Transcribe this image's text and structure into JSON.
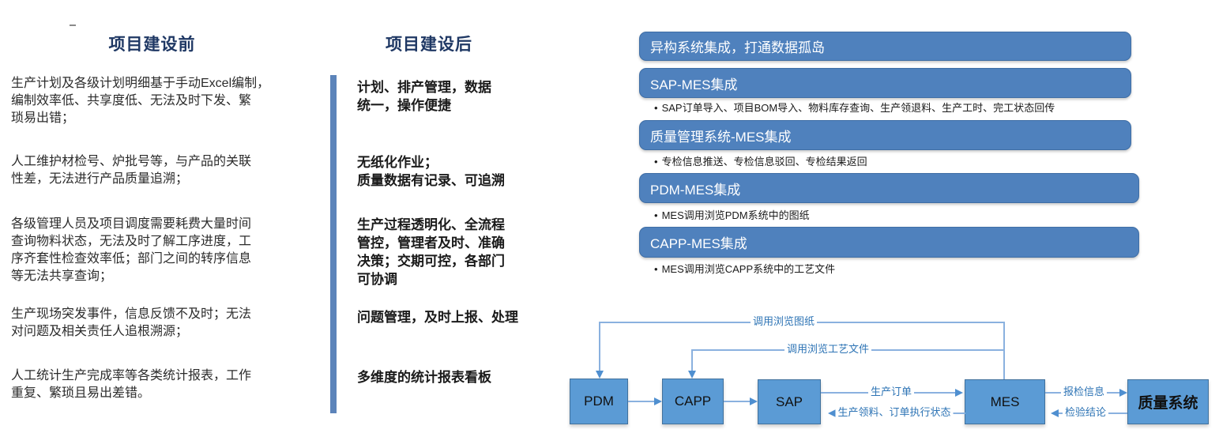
{
  "colors": {
    "bar_blue": "#4F81BD",
    "diagram_box_fill": "#5B9BD5",
    "diagram_box_border": "#41719C",
    "connector_line": "#8AB1DF",
    "flow_label_blue": "#2E74B5",
    "heading_navy": "#1F3864",
    "divider_blue": "#5C84BA",
    "body_text": "#2b2b2b"
  },
  "before": {
    "title": "项目建设前",
    "paragraphs": [
      "生产计划及各级计划明细基于手动Excel编制，\n编制效率低、共享度低、无法及时下发、繁\n琐易出错；",
      "人工维护材检号、炉批号等，与产品的关联\n性差，无法进行产品质量追溯；",
      "各级管理人员及项目调度需要耗费大量时间\n查询物料状态，无法及时了解工序进度，工\n序齐套性检查效率低；部门之间的转序信息\n等无法共享查询；",
      "生产现场突发事件，信息反馈不及时；无法\n对问题及相关责任人追根溯源；",
      "人工统计生产完成率等各类统计报表，工作\n重复、繁琐且易出差错。"
    ]
  },
  "after": {
    "title": "项目建设后",
    "items": [
      "计划、排产管理，数据\n统一，操作便捷",
      "无纸化作业；\n质量数据有记录、可追溯",
      "生产过程透明化、全流程\n管控，管理者及时、准确\n决策；交期可控，各部门\n可协调",
      "问题管理，及时上报、处理",
      "多维度的统计报表看板"
    ]
  },
  "integration": {
    "banner": "异构系统集成，打通数据孤岛",
    "bullet_marker": "•",
    "sections": [
      {
        "title": "SAP-MES集成",
        "bullet": "SAP订单导入、项目BOM导入、物料库存查询、生产领退料、生产工时、完工状态回传"
      },
      {
        "title": "质量管理系统-MES集成",
        "bullet": "专检信息推送、专检信息驳回、专检结果返回"
      },
      {
        "title": "PDM-MES集成",
        "bullet": "MES调用浏览PDM系统中的图纸"
      },
      {
        "title": "CAPP-MES集成",
        "bullet": "MES调用浏览CAPP系统中的工艺文件"
      }
    ]
  },
  "diagram": {
    "boxes": [
      "PDM",
      "CAPP",
      "SAP",
      "MES",
      "质量系统"
    ],
    "flows": {
      "view_drawing": "调用浏览图纸",
      "view_process_file": "调用浏览工艺文件",
      "production_order": "生产订单",
      "material_status": "生产领料、订单执行状态",
      "inspection_request": "报检信息",
      "inspection_result": "检验结论"
    }
  }
}
